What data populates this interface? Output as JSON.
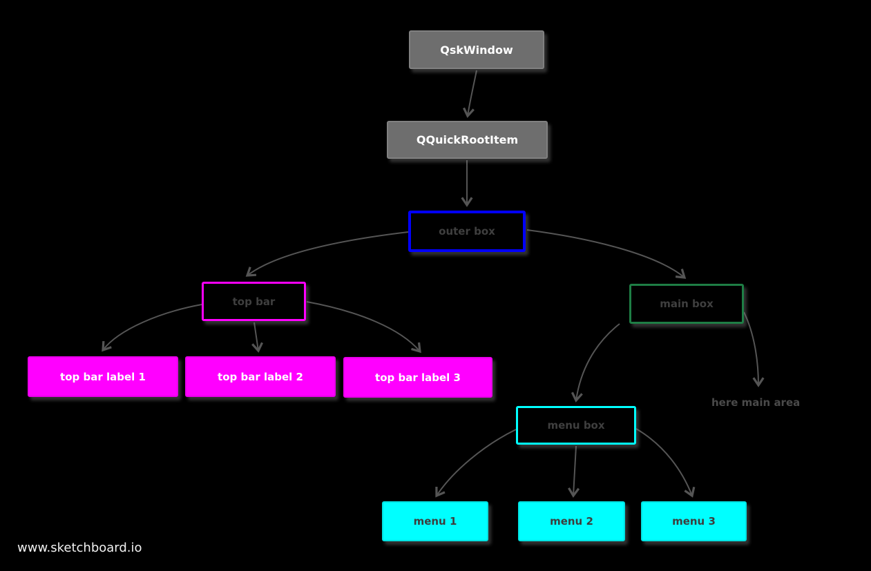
{
  "watermark": "www.sketchboard.io",
  "nodes": {
    "qsk_window": "QskWindow",
    "qquick_root_item": "QQuickRootItem",
    "outer_box": "outer box",
    "top_bar": "top bar",
    "main_box": "main box",
    "top_bar_label_1": "top bar label 1",
    "top_bar_label_2": "top bar label 2",
    "top_bar_label_3": "top bar label 3",
    "menu_box": "menu box",
    "here_main_area": "here main area",
    "menu_1": "menu 1",
    "menu_2": "menu 2",
    "menu_3": "menu 3"
  },
  "colors": {
    "background": "#000000",
    "gray_node_fill": "#6e6e6e",
    "blue_border": "#0100ff",
    "magenta": "#ff00ff",
    "green_border": "#1e7e45",
    "cyan": "#00ffff",
    "arrow": "#555555",
    "outline_label_text": "#3f3f3f",
    "node_text_light": "#ffffff"
  }
}
